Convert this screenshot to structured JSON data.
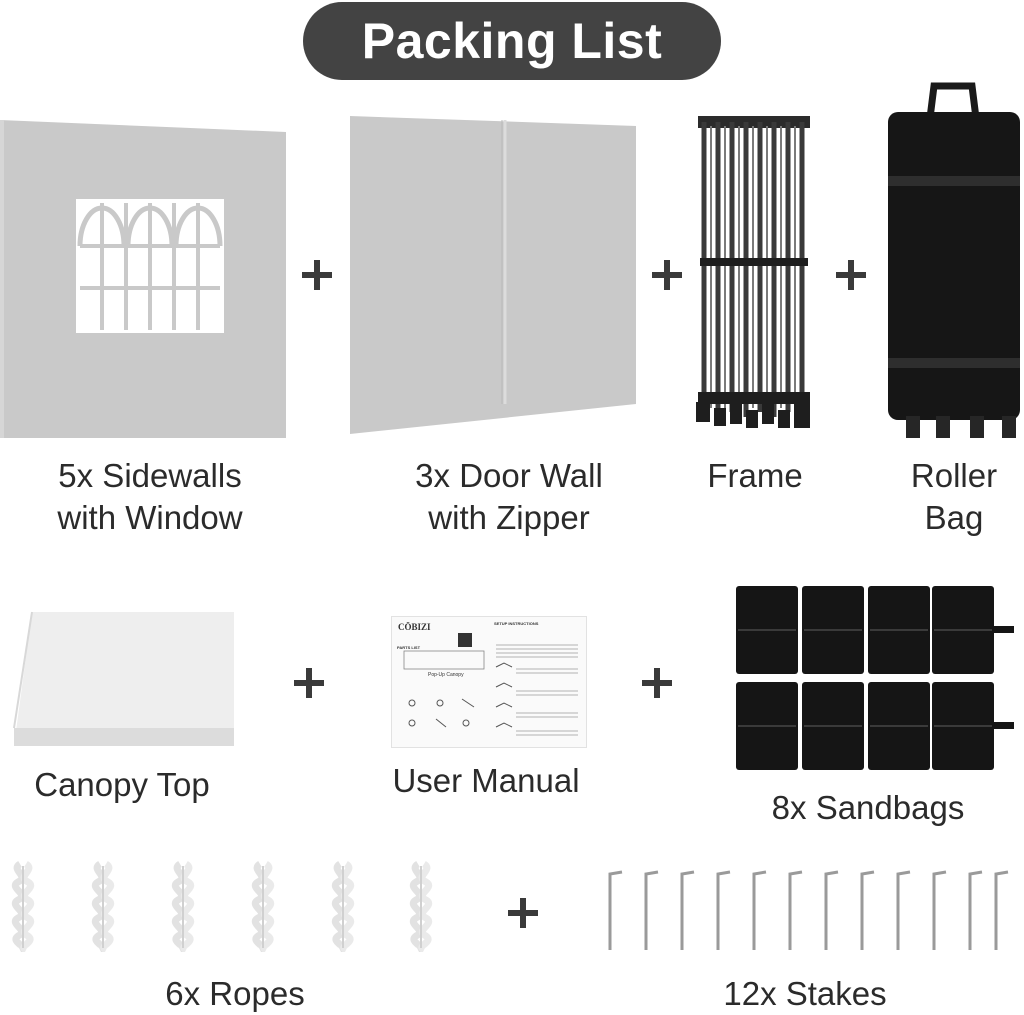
{
  "title": "Packing List",
  "items": [
    {
      "line1": "5x Sidewalls",
      "line2": "with Window"
    },
    {
      "line1": "3x Door Wall",
      "line2": "with Zipper"
    },
    {
      "line1": "Frame"
    },
    {
      "line1": "Roller",
      "line2": "Bag"
    },
    {
      "line1": "Canopy Top"
    },
    {
      "line1": "User Manual"
    },
    {
      "line1": "8x Sandbags"
    },
    {
      "line1": "6x Ropes"
    },
    {
      "line1": "12x Stakes"
    }
  ],
  "manual": {
    "brand": "CÖBIZI",
    "product": "Pop-Up Canopy",
    "setup_heading": "SETUP INSTRUCTIONS",
    "parts_heading": "PARTS LIST"
  },
  "colors": {
    "pill": "#434343",
    "wall": "#c8c8c8",
    "black": "#141414",
    "plus": "#3a3a3a"
  }
}
